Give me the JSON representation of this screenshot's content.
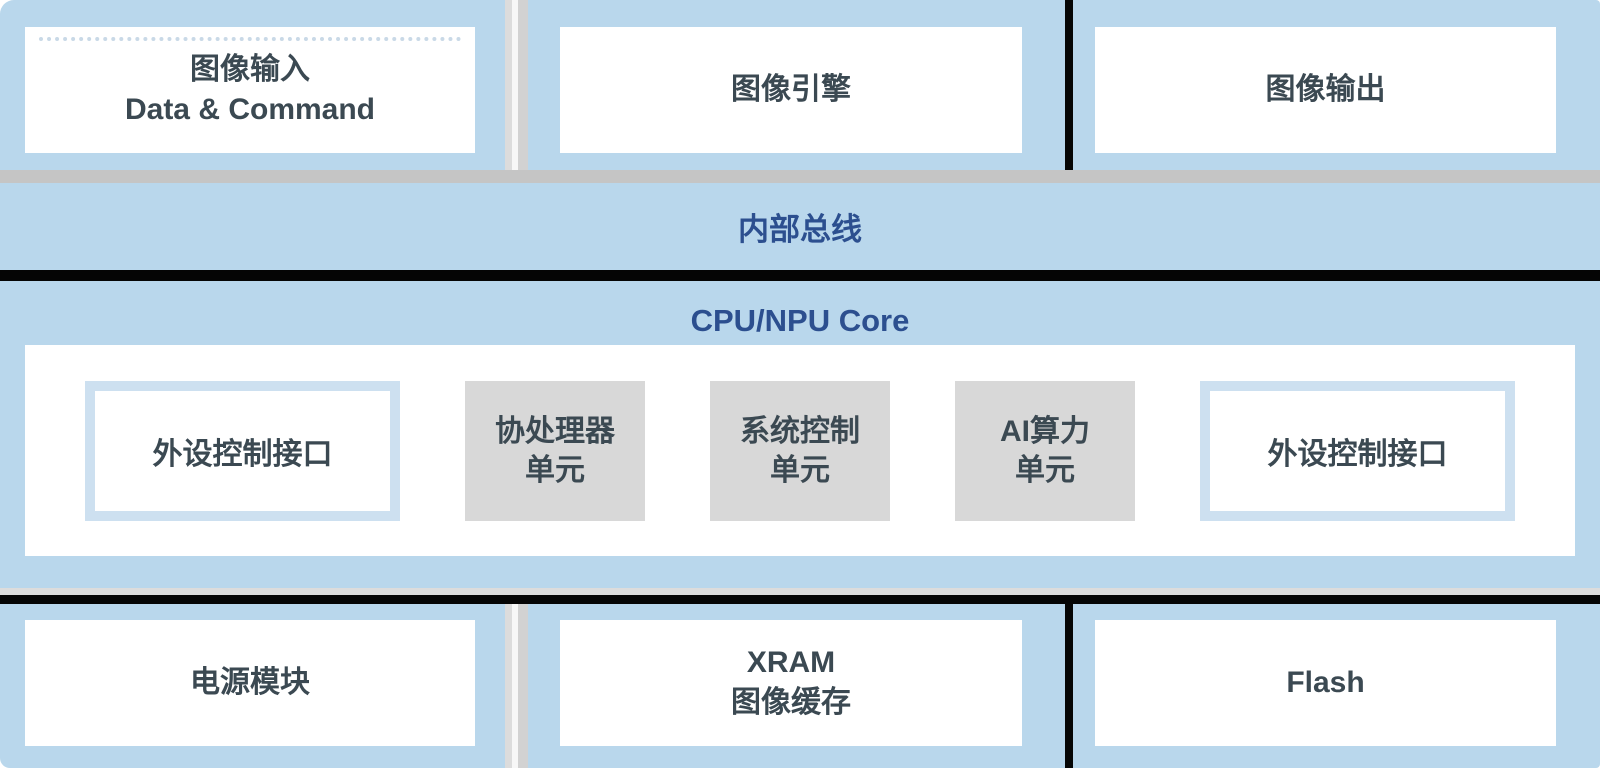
{
  "diagram": {
    "kind": "soc-architecture-block-diagram"
  },
  "colors": {
    "panel_blue": "#b9d7ec",
    "box_white": "#ffffff",
    "unit_gray": "#d8d8d8",
    "port_border_blue": "#cde0f0",
    "divider_gray": "#c5c5c5",
    "divider_black": "#050505",
    "label_dark": "#3b4952",
    "title_blue": "#2c4f8f"
  },
  "top_row": {
    "blocks": [
      {
        "line1": "图像输入",
        "line2": "Data & Command"
      },
      {
        "label": "图像引擎"
      },
      {
        "label": "图像输出"
      }
    ]
  },
  "bus": {
    "label": "内部总线"
  },
  "core": {
    "title": "CPU/NPU Core",
    "units": [
      {
        "type": "port",
        "label": "外设控制接口"
      },
      {
        "type": "gray",
        "line1": "协处理器",
        "line2": "单元"
      },
      {
        "type": "gray",
        "line1": "系统控制",
        "line2": "单元"
      },
      {
        "type": "gray",
        "line1": "AI算力",
        "line2": "单元"
      },
      {
        "type": "port",
        "label": "外设控制接口"
      }
    ]
  },
  "bottom_row": {
    "blocks": [
      {
        "label": "电源模块"
      },
      {
        "line1": "XRAM",
        "line2": "图像缓存"
      },
      {
        "label": "Flash"
      }
    ]
  }
}
